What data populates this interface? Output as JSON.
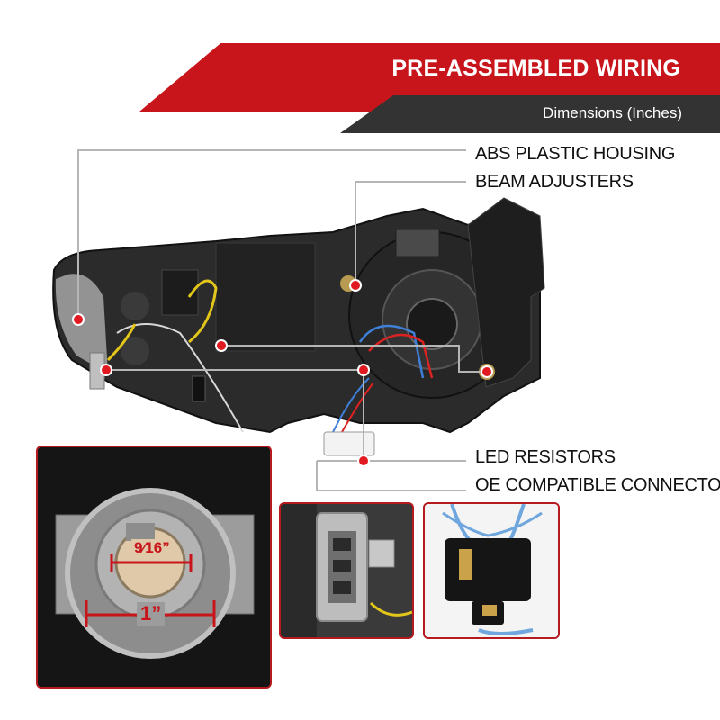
{
  "banner": {
    "title": "PRE-ASSEMBLED WIRING",
    "subtitle": "Dimensions (Inches)",
    "colors": {
      "red": "#c8151b",
      "dark": "#333333"
    }
  },
  "callouts": [
    {
      "id": "housing",
      "text": "ABS PLASTIC HOUSING"
    },
    {
      "id": "adjusters",
      "text": "BEAM ADJUSTERS"
    },
    {
      "id": "resistors",
      "text": "LED RESISTORS"
    },
    {
      "id": "connectors",
      "text": "OE COMPATIBLE CONNECTORS"
    }
  ],
  "dimensions": {
    "inner": "9⁄16”",
    "outer": "1”"
  },
  "accent_color": "#c8151b"
}
